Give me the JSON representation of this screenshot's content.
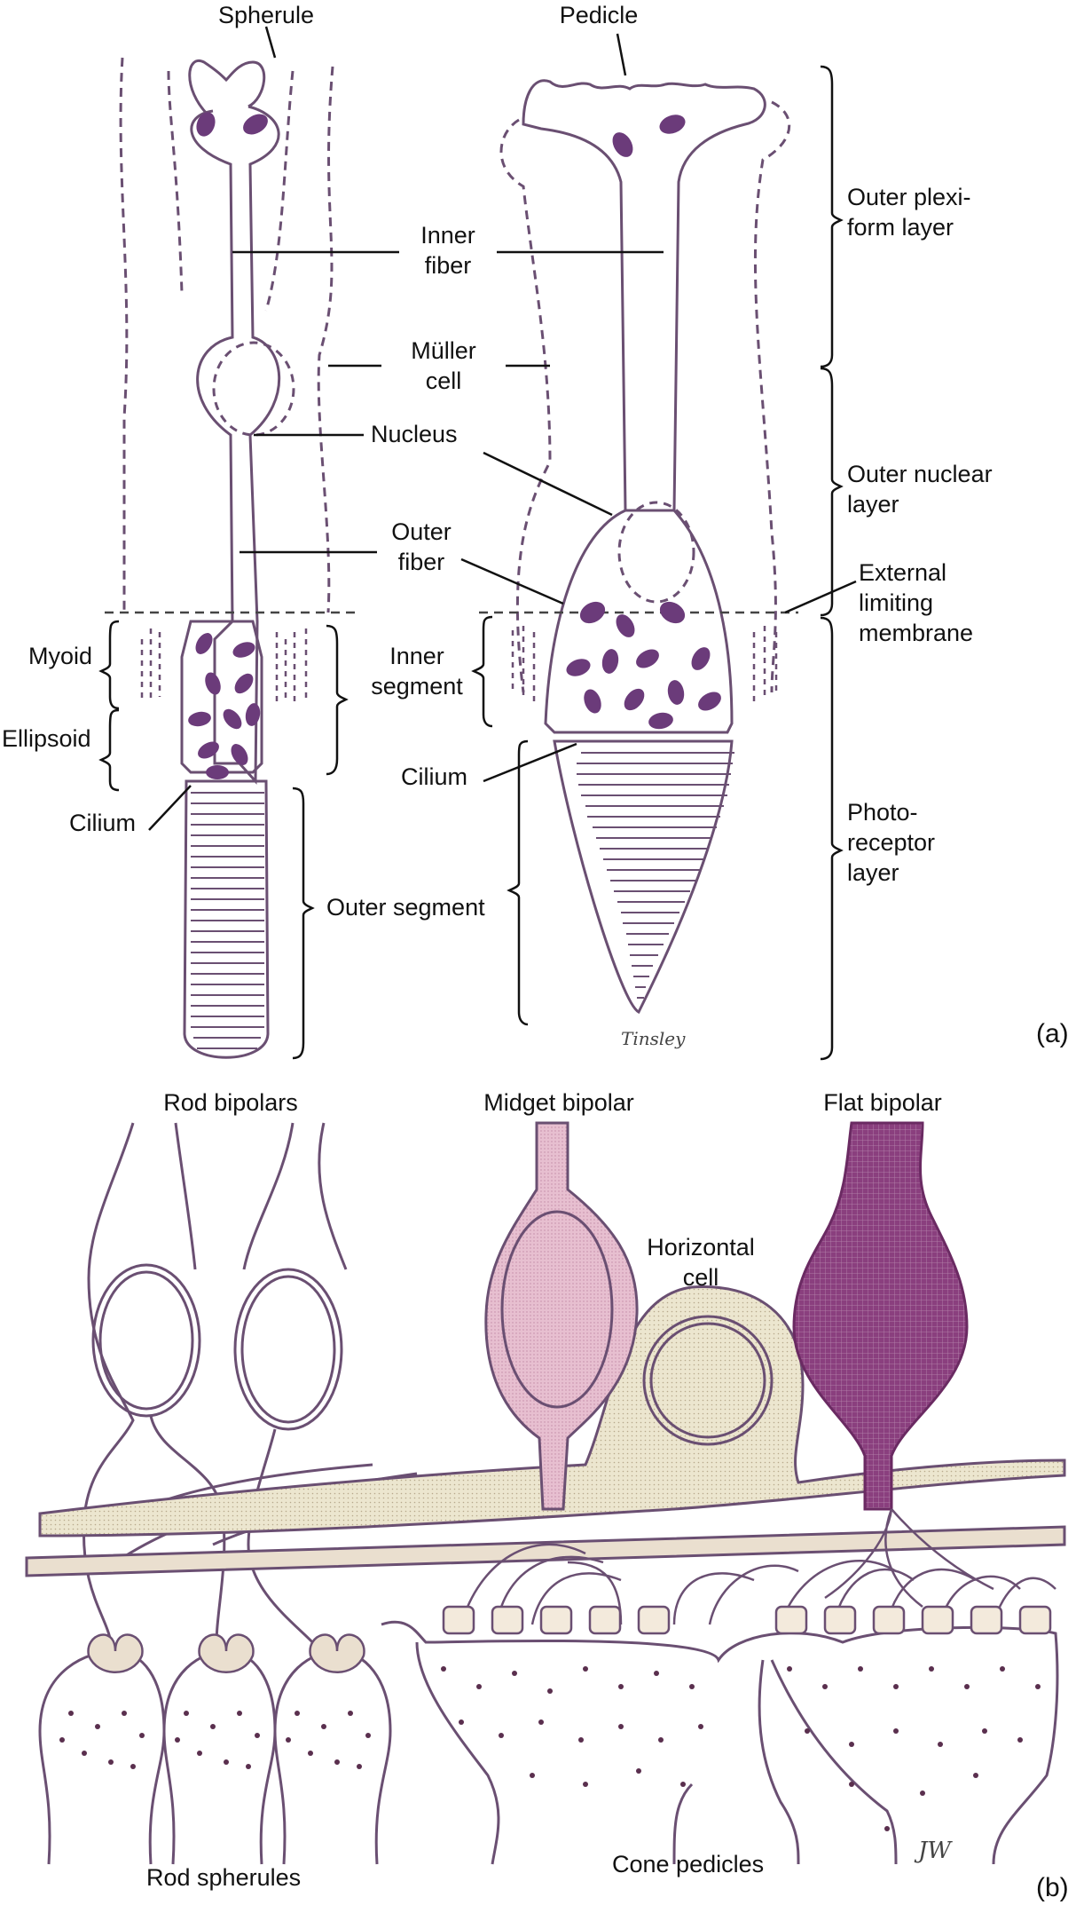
{
  "panel_a": {
    "panel_label": "(a)",
    "rod": {
      "spherule": "Spherule",
      "myoid": "Myoid",
      "ellipsoid": "Ellipsoid",
      "cilium": "Cilium",
      "outer_segment": "Outer segment"
    },
    "cone": {
      "pedicle": "Pedicle",
      "cilium": "Cilium"
    },
    "shared": {
      "inner_fiber": [
        "Inner",
        "fiber"
      ],
      "muller_cell": [
        "Müller",
        "cell"
      ],
      "nucleus": "Nucleus",
      "outer_fiber": [
        "Outer",
        "fiber"
      ],
      "inner_segment": [
        "Inner",
        "segment"
      ]
    },
    "layers": {
      "outer_plexiform": [
        "Outer plexi-",
        "form layer"
      ],
      "outer_nuclear": [
        "Outer nuclear",
        "layer"
      ],
      "external_limiting": [
        "External",
        "limiting",
        "membrane"
      ],
      "photoreceptor": [
        "Photo-",
        "receptor",
        "layer"
      ]
    },
    "artist_signature": "Tinsley"
  },
  "panel_b": {
    "panel_label": "(b)",
    "rod_bipolars": "Rod bipolars",
    "midget_bipolar": "Midget bipolar",
    "flat_bipolar": "Flat bipolar",
    "horizontal_cell": [
      "Horizontal",
      "cell"
    ],
    "rod_spherules": "Rod spherules",
    "cone_pedicles": "Cone pedicles",
    "artist_signature": "JW"
  },
  "colors": {
    "outline": "#6a4f72",
    "organelle": "#6b3b7a",
    "midget_fill": "#e7bfd0",
    "horizontal_fill": "#ece6cf",
    "flat_fill": "#8a3f7e",
    "terminal_fill": "#eadfcf"
  }
}
